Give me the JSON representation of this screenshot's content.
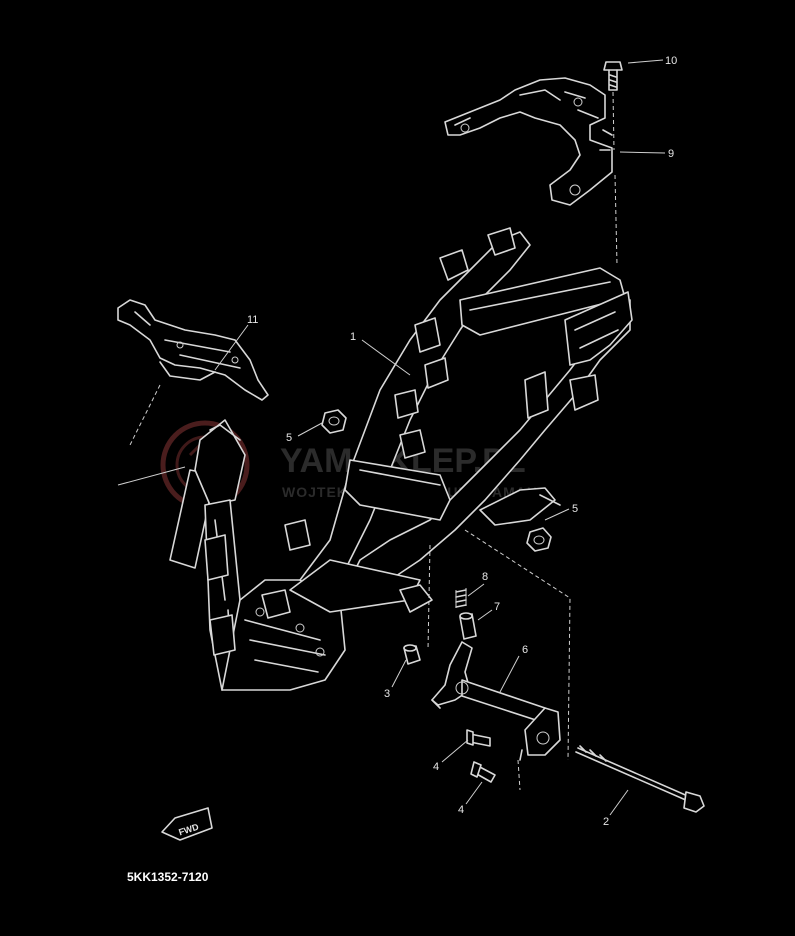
{
  "diagram_code": "5KK1352-7120",
  "watermark": {
    "main": "YAM-SKLEP.PL",
    "sub": "WOJTEK MOTOR | GRUPA YAMAHA"
  },
  "fwd_label": "FWD",
  "callouts": [
    "1",
    "2",
    "3",
    "4",
    "4",
    "5",
    "5",
    "6",
    "7",
    "8",
    "9",
    "10",
    "11"
  ]
}
